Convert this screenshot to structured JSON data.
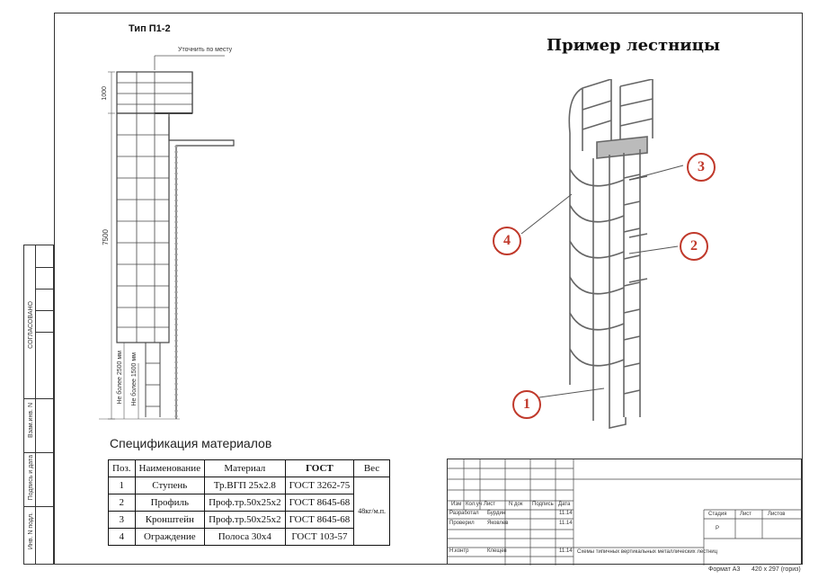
{
  "drawing": {
    "type_label": "Тип П1-2",
    "example_title": "Пример лестницы",
    "dim_total": "7500",
    "dim_top": "1000",
    "roof_note": "Уточнить по месту",
    "note_max_2500": "Не более 2500 мм",
    "note_max_1500": "Не более 1500 мм",
    "callouts": [
      "1",
      "2",
      "3",
      "4"
    ]
  },
  "side_panel": {
    "agreed": "СОГЛАСОВАНО",
    "inv_replace": "Взам.инв. N",
    "sign_date": "Подпись и дата",
    "inv_orig": "Инв. N подл."
  },
  "spec": {
    "title": "Спецификация материалов",
    "headers": {
      "pos": "Поз.",
      "name": "Наименование",
      "material": "Материал",
      "gost": "ГОСТ",
      "weight": "Вес"
    },
    "rows": [
      {
        "pos": "1",
        "name": "Ступень",
        "material": "Тр.ВГП 25х2.8",
        "gost": "ГОСТ 3262-75"
      },
      {
        "pos": "2",
        "name": "Профиль",
        "material": "Проф.тр.50х25х2",
        "gost": "ГОСТ 8645-68"
      },
      {
        "pos": "3",
        "name": "Кронштейн",
        "material": "Проф.тр.50х25х2",
        "gost": "ГОСТ 8645-68"
      },
      {
        "pos": "4",
        "name": "Ограждение",
        "material": "Полоса 30х4",
        "gost": "ГОСТ 103-57"
      }
    ],
    "mass": "48кг/м.п."
  },
  "stamp": {
    "col_izm": "Изм",
    "col_koluch": "Кол.уч",
    "col_list": "Лист",
    "col_ndok": "N док",
    "col_podp": "Подпись",
    "col_data": "Дата",
    "razrab_label": "Разработал",
    "razrab_name": "Бурдин",
    "razrab_date": "11.14",
    "prover_label": "Проверил",
    "prover_name": "Яковлев",
    "prover_date": "11.14",
    "nkontr_label": "Н.контр",
    "nkontr_name": "Клещев",
    "nkontr_date": "11.14",
    "doc_title": "Схемы типичных вертикальных металлических лестниц",
    "stadia": "Стадия",
    "list": "Лист",
    "listov": "Листов",
    "stadia_value": "Р"
  },
  "footer": {
    "format": "Формат А3",
    "size": "420 x 297 (гориз)"
  },
  "colors": {
    "callout": "#c0392b",
    "line": "#333333"
  }
}
